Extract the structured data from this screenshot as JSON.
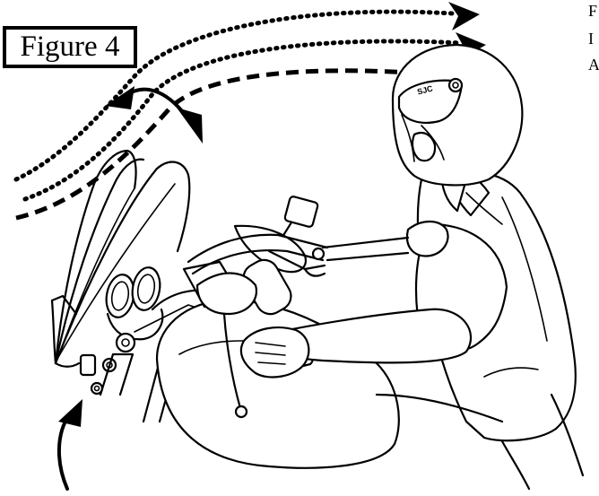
{
  "figure": {
    "label": "Figure 4"
  },
  "margin_text": [
    "F",
    "I",
    "A"
  ],
  "helmet": {
    "brand": "SJC"
  },
  "airflow": {
    "paths": [
      {
        "style": "dotted"
      },
      {
        "style": "dotted"
      },
      {
        "style": "dashed"
      }
    ]
  }
}
